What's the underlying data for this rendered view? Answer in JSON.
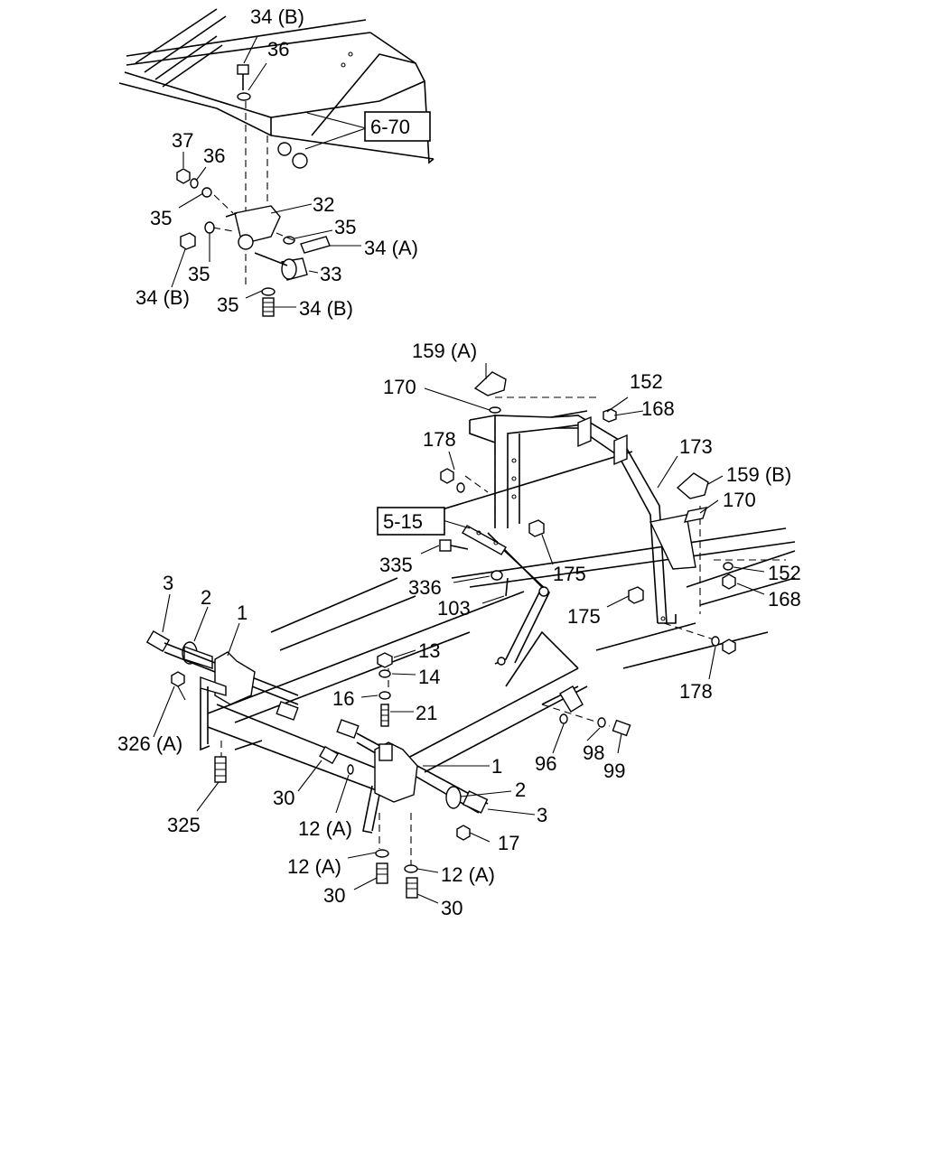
{
  "callouts": {
    "c34b_top": "34 (B)",
    "c36_top": "36",
    "c6_70": "6-70",
    "c37": "37",
    "c36_left": "36",
    "c35_a": "35",
    "c32": "32",
    "c35_b": "35",
    "c34a": "34 (A)",
    "c35_c": "35",
    "c33": "33",
    "c34b_left": "34 (B)",
    "c35_d": "35",
    "c34b_bot": "34 (B)",
    "c159a": "159 (A)",
    "c170_top": "170",
    "c152_top": "152",
    "c168_top": "168",
    "c178_top": "178",
    "c173": "173",
    "c159b": "159 (B)",
    "c170_right": "170",
    "c5_15": "5-15",
    "c175_a": "175",
    "c335": "335",
    "c336": "336",
    "c103": "103",
    "c152_right": "152",
    "c168_right": "168",
    "c175_b": "175",
    "c3_left": "3",
    "c2_left": "2",
    "c1_left": "1",
    "c13": "13",
    "c14": "14",
    "c16": "16",
    "c21": "21",
    "c178_right": "178",
    "c326a": "326 (A)",
    "c1_right": "1",
    "c96": "96",
    "c98": "98",
    "c99": "99",
    "c30_a": "30",
    "c2_right": "2",
    "c3_right": "3",
    "c325": "325",
    "c12a_a": "12 (A)",
    "c17": "17",
    "c12a_b": "12 (A)",
    "c12a_c": "12 (A)",
    "c30_b": "30",
    "c30_c": "30"
  }
}
